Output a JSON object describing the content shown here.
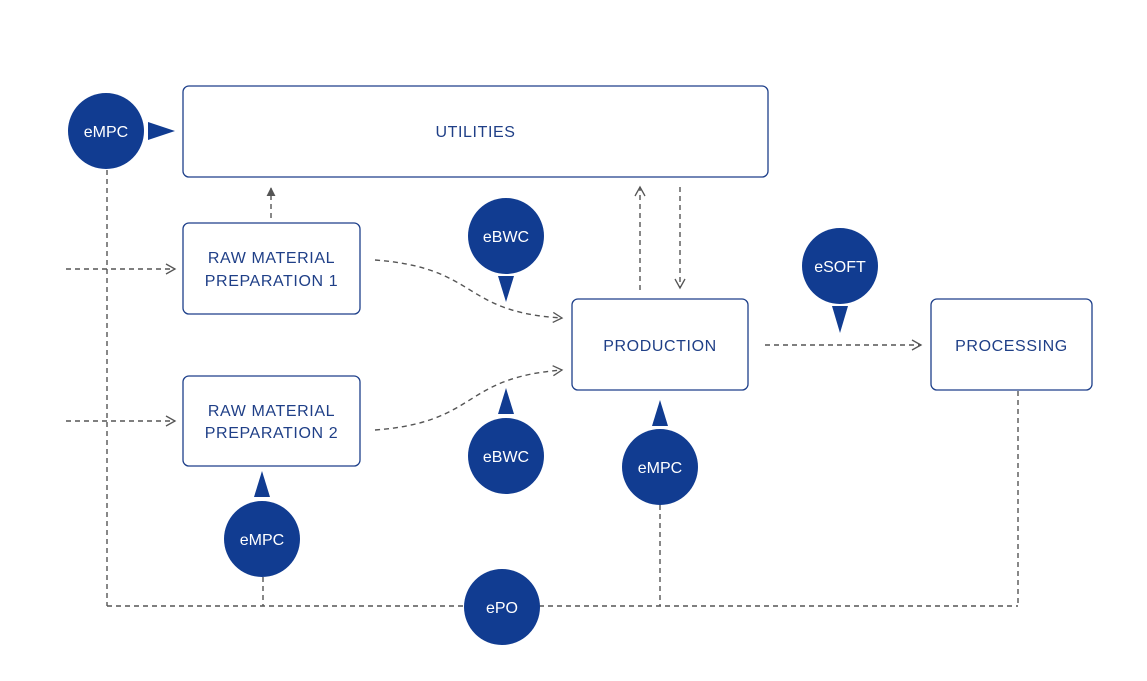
{
  "colors": {
    "brand": "#113c91",
    "box_border": "#1d3f8a",
    "box_text": "#1f3f87",
    "connector": "#555555",
    "bubble_text": "#ffffff",
    "background": "#ffffff"
  },
  "boxes": {
    "utilities": {
      "lines": [
        "UTILITIES"
      ]
    },
    "raw1": {
      "lines": [
        "RAW MATERIAL",
        "PREPARATION 1"
      ]
    },
    "raw2": {
      "lines": [
        "RAW MATERIAL",
        "PREPARATION 2"
      ]
    },
    "production": {
      "lines": [
        "PRODUCTION"
      ]
    },
    "processing": {
      "lines": [
        "PROCESSING"
      ]
    }
  },
  "bubbles": {
    "empc_utilities": {
      "label": "eMPC",
      "pointer": "right"
    },
    "ebwc_top": {
      "label": "eBWC",
      "pointer": "down"
    },
    "esoft": {
      "label": "eSOFT",
      "pointer": "down"
    },
    "ebwc_bottom": {
      "label": "eBWC",
      "pointer": "up"
    },
    "empc_production": {
      "label": "eMPC",
      "pointer": "up"
    },
    "empc_raw2": {
      "label": "eMPC",
      "pointer": "up"
    },
    "epo": {
      "label": "ePO",
      "pointer": "none"
    }
  }
}
